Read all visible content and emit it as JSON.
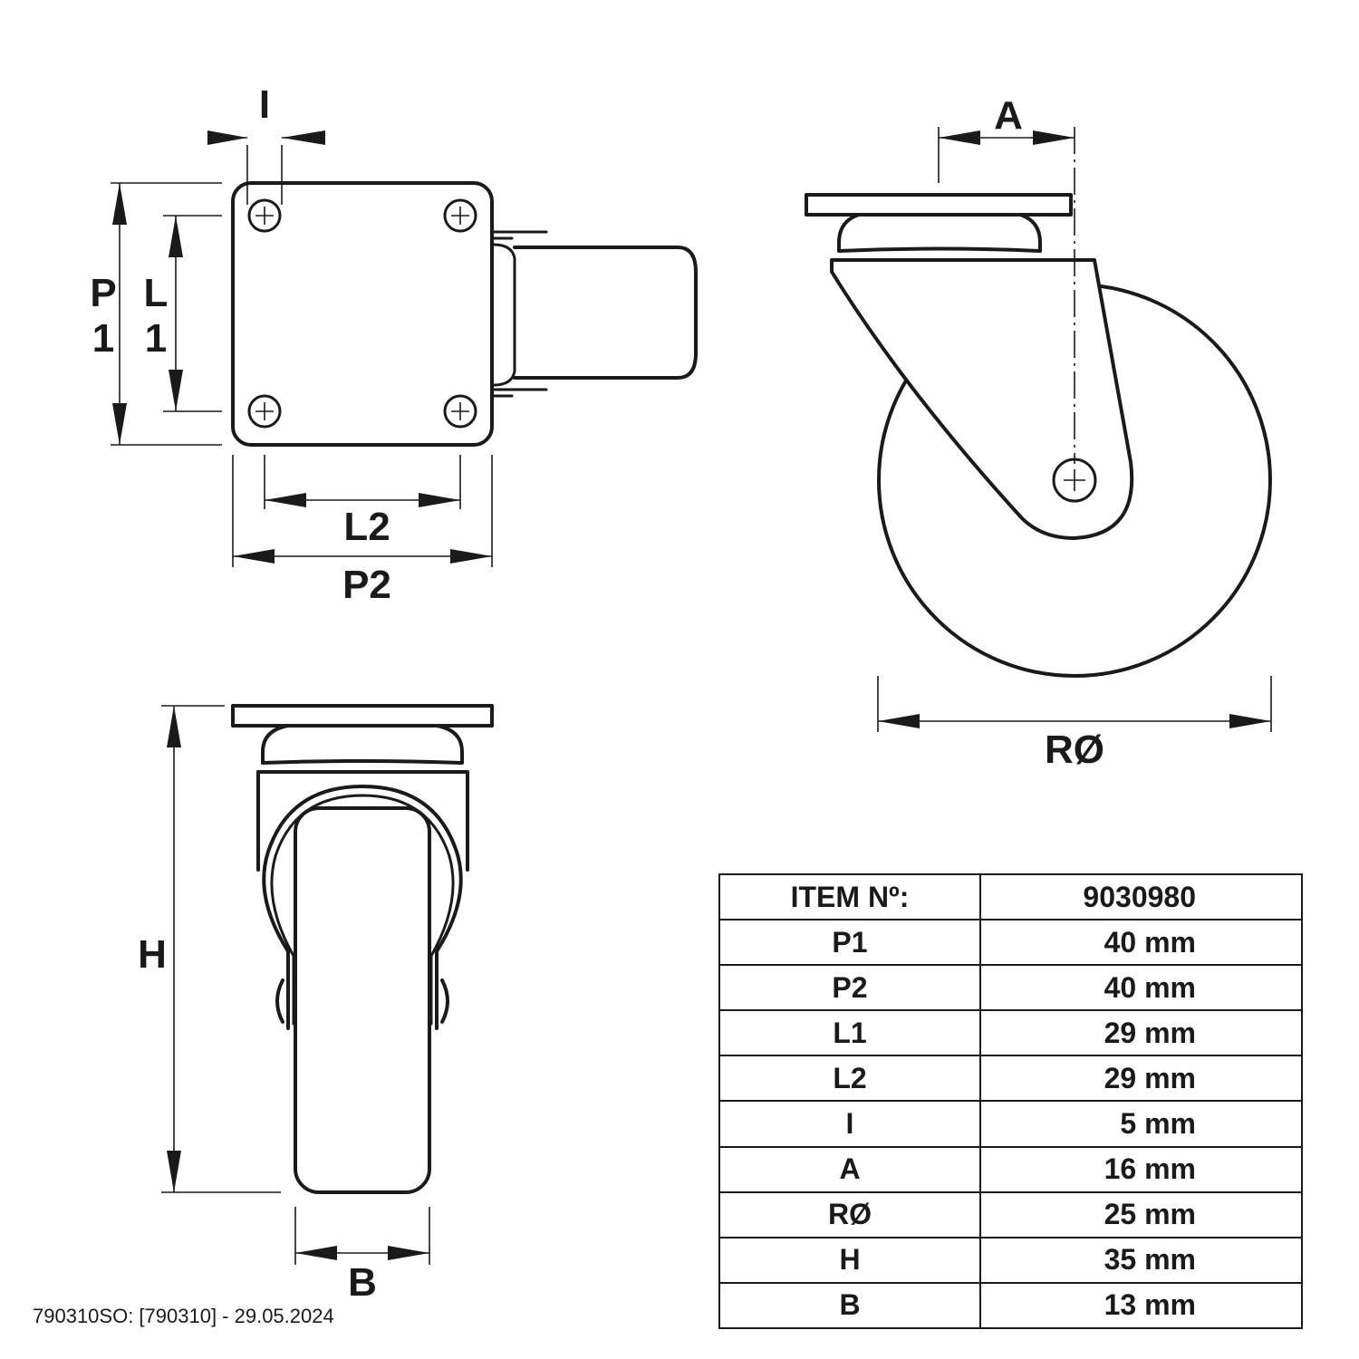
{
  "labels": {
    "i": "I",
    "p1_top": "P",
    "p1_bottom": "1",
    "l1_top": "L",
    "l1_bottom": "1",
    "l2": "L2",
    "p2": "P2",
    "a": "A",
    "r": "RØ",
    "h": "H",
    "b": "B"
  },
  "footer": "790310SO: [790310] - 29.05.2024",
  "table": {
    "header": {
      "key": "ITEM Nº:",
      "value": "9030980"
    },
    "rows": [
      {
        "key": "P1",
        "value": "40 mm"
      },
      {
        "key": "P2",
        "value": "40 mm"
      },
      {
        "key": "L1",
        "value": "29 mm"
      },
      {
        "key": "L2",
        "value": "29 mm"
      },
      {
        "key": "I",
        "value": "5 mm"
      },
      {
        "key": "A",
        "value": "16 mm"
      },
      {
        "key": "RØ",
        "value": "25 mm"
      },
      {
        "key": "H",
        "value": "35 mm"
      },
      {
        "key": "B",
        "value": "13 mm"
      }
    ]
  }
}
